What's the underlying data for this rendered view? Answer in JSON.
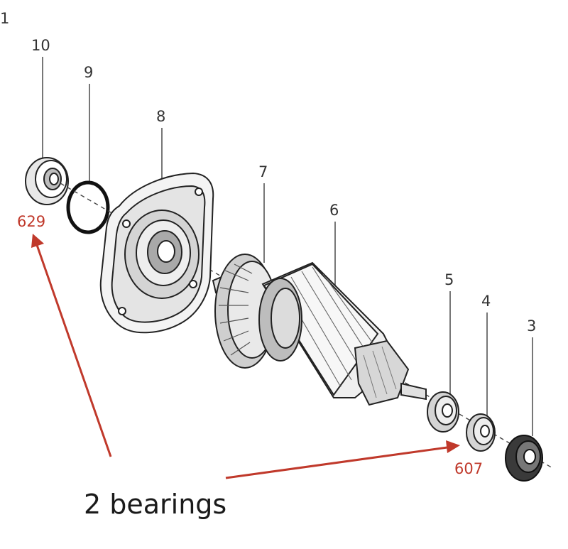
{
  "corner_label": "1",
  "parts": [
    {
      "number": "10"
    },
    {
      "number": "9"
    },
    {
      "number": "8"
    },
    {
      "number": "7"
    },
    {
      "number": "6"
    },
    {
      "number": "5"
    },
    {
      "number": "4"
    },
    {
      "number": "3"
    }
  ],
  "bearing_labels": {
    "left": "629",
    "right": "607"
  },
  "caption": "2 bearings",
  "colors": {
    "line": "#333333",
    "annotation": "#c0392b"
  }
}
